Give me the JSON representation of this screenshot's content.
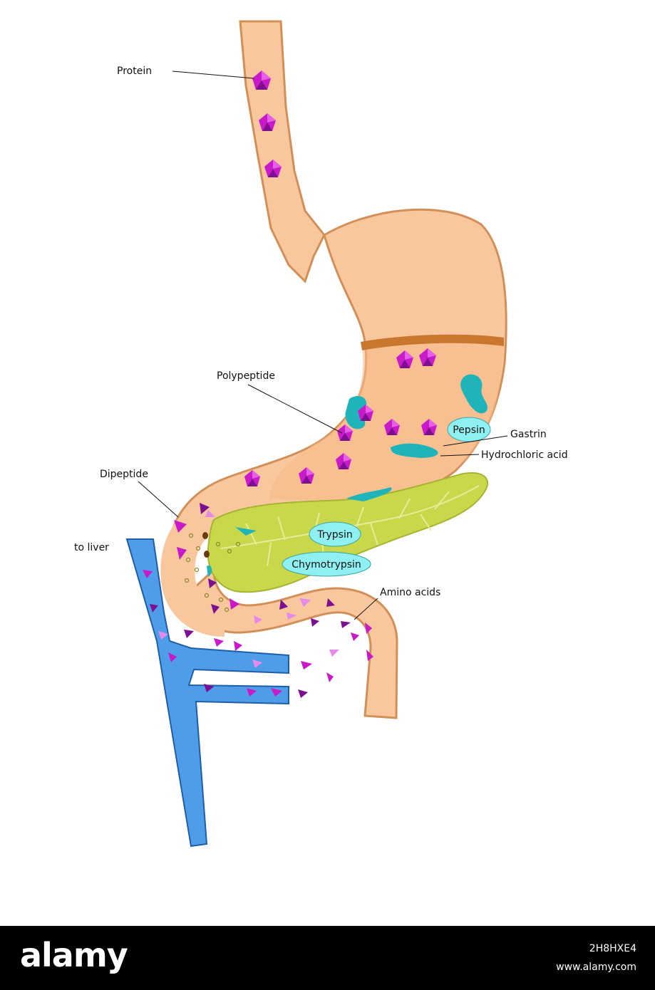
{
  "labels": {
    "protein": "Protein",
    "polypeptide": "Polypeptide",
    "dipeptide": "Dipeptide",
    "to_liver": "to liver",
    "gastrin": "Gastrin",
    "hydrochloric_acid": "Hydrochloric acid",
    "amino_acids": "Amino acids"
  },
  "enzymes": {
    "pepsin": "Pepsin",
    "trypsin": "Trypsin",
    "chymotrypsin": "Chymotrypsin"
  },
  "watermark": {
    "logo": "alamy",
    "image_id": "2H8HXE4",
    "site": "www.alamy.com"
  },
  "colors": {
    "tissue": "#f9c79e",
    "tissue_outline": "#d28f57",
    "vein": "#4f9de8",
    "vein_outline": "#1e5ea8",
    "pancreas": "#c9d84a",
    "enzyme_bubble": "#8ff0f2",
    "acid": "#1fb4b9",
    "protein": "#c81ac9",
    "amino_light": "#e58ae8",
    "amino_dark": "#7d1090"
  }
}
